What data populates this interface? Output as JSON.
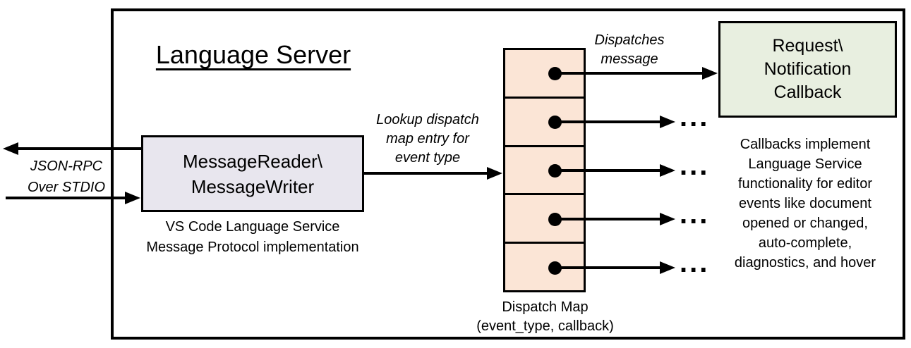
{
  "colors": {
    "line": "#000000",
    "reader-fill": "#e8e6ee",
    "dispatch-fill": "#fbe5d6",
    "callback-fill": "#e8efe0",
    "bg": "#ffffff"
  },
  "diagram": {
    "title": "Language Server",
    "stdio_label": "JSON-RPC\nOver STDIO",
    "reader_box": "MessageReader\\\nMessageWriter",
    "reader_caption": "VS Code Language Service\nMessage Protocol implementation",
    "lookup_label": "Lookup dispatch\nmap entry for\nevent type",
    "dispatches_label": "Dispatches\nmessage",
    "callback_box": "Request\\\nNotification\nCallback",
    "callbacks_note": "Callbacks implement\nLanguage Service\nfunctionality for editor\nevents like document\nopened or changed,\nauto-complete,\ndiagnostics, and hover",
    "dispatch_caption": "Dispatch Map\n(event_type, callback)",
    "ellipsis": "..."
  }
}
